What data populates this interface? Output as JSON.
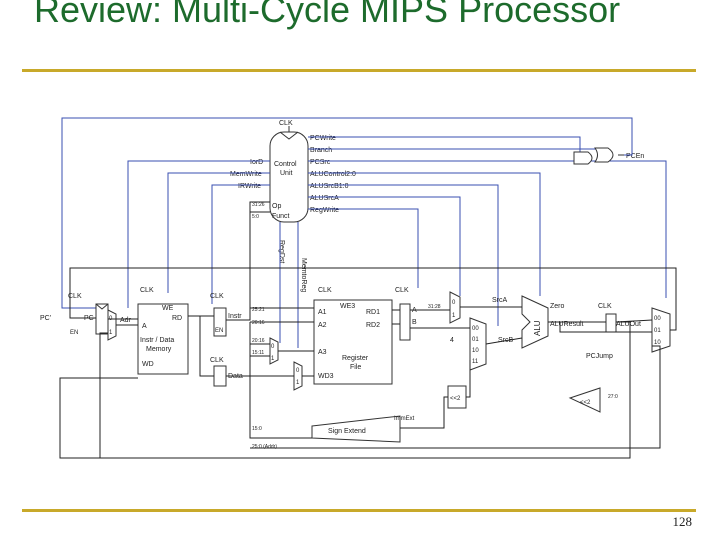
{
  "slide": {
    "title": "Review: Multi-Cycle MIPS Processor",
    "page_number": "128"
  },
  "diagram": {
    "control_unit": {
      "name_line1": "Control",
      "name_line2": "Unit",
      "clk": "CLK",
      "inputs": [
        "Op",
        "Funct"
      ],
      "outputs_right": [
        "PCWrite",
        "Branch",
        "PCSrc",
        "ALUControl2:0",
        "ALUSrcB1:0",
        "ALUSrcA",
        "RegWrite"
      ],
      "outputs_left": [
        "IorD",
        "MemWrite",
        "IRWrite"
      ],
      "outputs_bottom": [
        "MemtoReg",
        "RegDst"
      ]
    },
    "pcen": "PCEn",
    "pc_reg": {
      "clk": "CLK",
      "in_label": "PC'",
      "out_label": "PC",
      "enable": "EN"
    },
    "addr_mux": {
      "in0": "0",
      "in1": "1",
      "out": "Adr"
    },
    "memory": {
      "clk": "CLK",
      "we": "WE",
      "port_a": "A",
      "port_rd": "RD",
      "port_wd": "WD",
      "name_line1": "Instr / Data",
      "name_line2": "Memory"
    },
    "instr_reg": {
      "clk": "CLK",
      "out": "Instr",
      "enable": "EN"
    },
    "data_reg": {
      "clk": "CLK",
      "out": "Data"
    },
    "field_labels": [
      "31:26",
      "5:0",
      "25:21",
      "20:16",
      "20:16",
      "15:11",
      "15:0",
      "25:0 (Addr)"
    ],
    "regdst_mux": [
      "0",
      "1"
    ],
    "memtoreg_mux": [
      "0",
      "1"
    ],
    "register_file": {
      "clk": "CLK",
      "we3": "WE3",
      "ports_in": [
        "A1",
        "A2",
        "A3",
        "WD3"
      ],
      "ports_out": [
        "RD1",
        "RD2"
      ],
      "name_line1": "Register",
      "name_line2": "File"
    },
    "reg_a": "A",
    "reg_b": "B",
    "srca_mux": {
      "in0": "0",
      "in1": "1",
      "field": "31:28",
      "out": "SrcA"
    },
    "srcb_mux": {
      "inputs": [
        "00",
        "01",
        "10",
        "11"
      ],
      "const": "4",
      "out": "SrcB"
    },
    "alu": {
      "name": "ALU",
      "zero": "Zero",
      "result": "ALUResult"
    },
    "aluout_reg": {
      "clk": "CLK",
      "out": "ALUOut"
    },
    "pc_mux": {
      "inputs": [
        "00",
        "01",
        "10"
      ]
    },
    "pcjump": "PCJump",
    "shift1": "<<2",
    "shift2": "<<2",
    "shift2_field": "27:0",
    "sign_extend": "Sign Extend",
    "immext": "ImmExt"
  }
}
